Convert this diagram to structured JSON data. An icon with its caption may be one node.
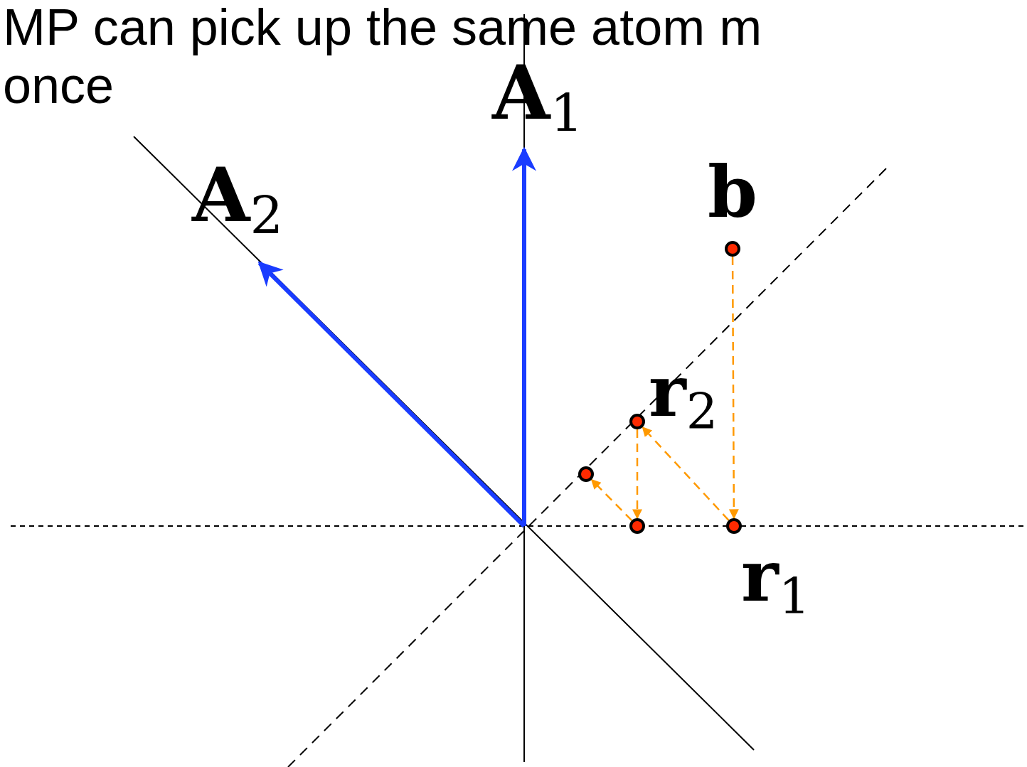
{
  "diagram": {
    "nodes": [
      {
        "text": [],
        "shape": "circle",
        "beside": [
          "b"
        ]
      },
      {
        "text": [],
        "shape": "circle",
        "beside": [
          "r$_{2}$"
        ]
      },
      {
        "text": [],
        "shape": "circle"
      },
      {
        "text": [],
        "shape": "circle"
      },
      {
        "text": [],
        "shape": "circle",
        "beside": [
          "r$_{1}$"
        ]
      }
    ],
    "edges": [
      {
        "from": 0,
        "to": 4,
        "arrow": "to",
        "style": "dashed",
        "color": "#ff9900"
      },
      {
        "from": 4,
        "to": 1,
        "arrow": "to",
        "style": "dashed",
        "color": "#ff9900"
      },
      {
        "from": 1,
        "to": 3,
        "arrow": "to",
        "style": "dashed",
        "color": "#ff9900"
      },
      {
        "from": 3,
        "to": 2,
        "arrow": "to",
        "style": "dashed",
        "color": "#ff9900"
      }
    ],
    "labels": [
      "MP can pick up the same atom m",
      "once",
      "A$_{1}$",
      "A$_{2}$"
    ]
  }
}
